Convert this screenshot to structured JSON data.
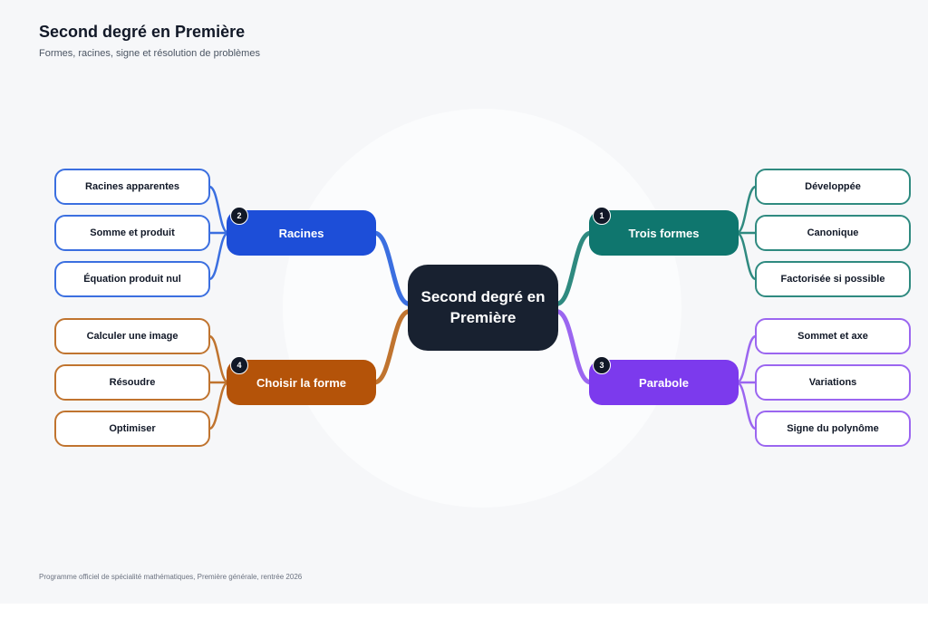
{
  "title": "Second degré en Première",
  "subtitle": "Formes, racines, signe et résolution de problèmes",
  "footer": "Programme officiel de spécialité mathématiques, Première générale, rentrée 2026",
  "center": "Second degré en Première",
  "branches": [
    {
      "badge": "1",
      "label": "Trois formes",
      "color": "#0f766e",
      "line": "#2f8a80",
      "leaves": [
        "Développée",
        "Canonique",
        "Factorisée si possible"
      ]
    },
    {
      "badge": "2",
      "label": "Racines",
      "color": "#1d4ed8",
      "line": "#3b6fe0",
      "leaves": [
        "Racines apparentes",
        "Somme et produit",
        "Équation produit nul"
      ]
    },
    {
      "badge": "3",
      "label": "Parabole",
      "color": "#7c3aed",
      "line": "#9b66f0",
      "leaves": [
        "Sommet et axe",
        "Variations",
        "Signe du polynôme"
      ]
    },
    {
      "badge": "4",
      "label": "Choisir la forme",
      "color": "#b45309",
      "line": "#c0742f",
      "leaves": [
        "Calculer une image",
        "Résoudre",
        "Optimiser"
      ]
    }
  ]
}
